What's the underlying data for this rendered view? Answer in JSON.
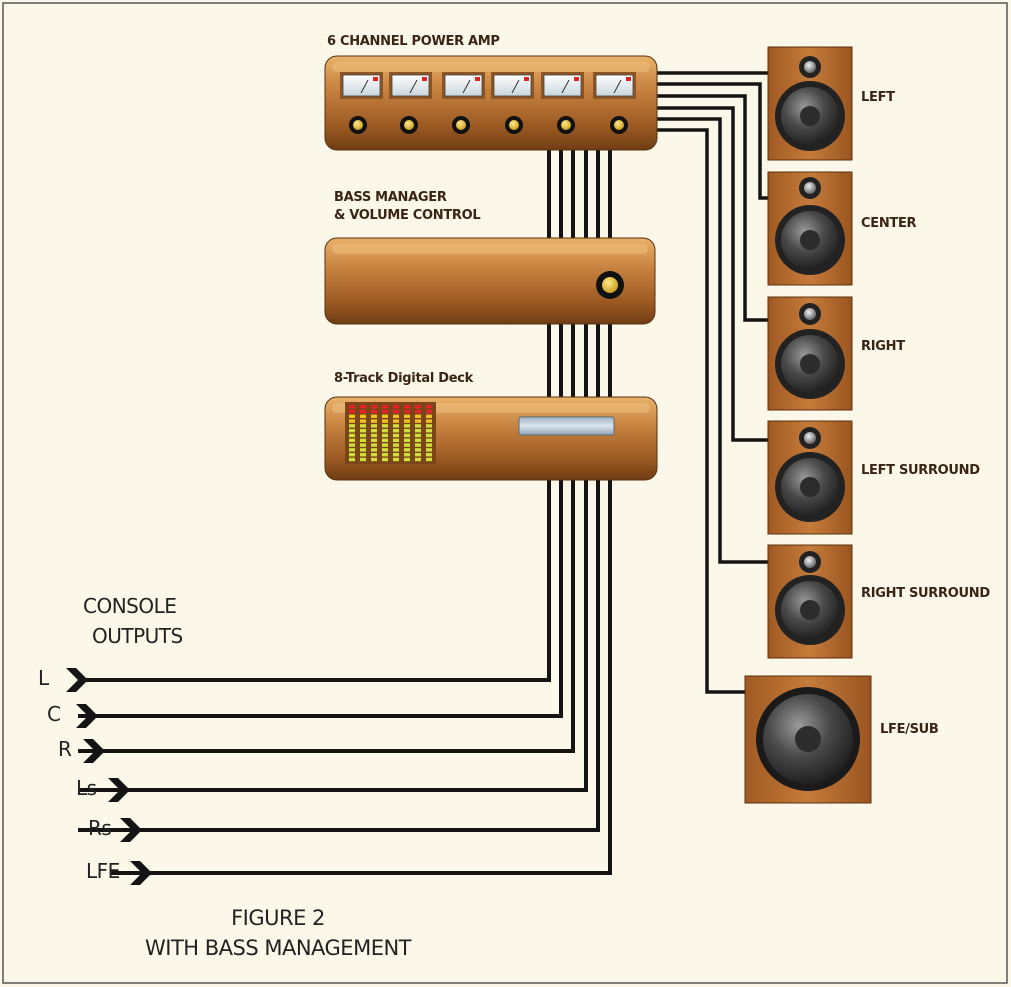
{
  "devices": {
    "power_amp": {
      "label": "6 CHANNEL POWER AMP"
    },
    "bass_manager": {
      "label_line1": "BASS MANAGER",
      "label_line2": "& VOLUME CONTROL"
    },
    "digital_deck": {
      "label": "8-Track Digital Deck"
    }
  },
  "console": {
    "heading_line1": "CONSOLE",
    "heading_line2": "OUTPUTS",
    "outputs": [
      "L",
      "C",
      "R",
      "Ls",
      "Rs",
      "LFE"
    ]
  },
  "speakers": [
    "LEFT",
    "CENTER",
    "RIGHT",
    "LEFT SURROUND",
    "RIGHT SURROUND",
    "LFE/SUB"
  ],
  "figure": {
    "line1": "FIGURE 2",
    "line2": "WITH BASS MANAGEMENT"
  },
  "colors": {
    "background": "#fbf8ea",
    "cable": "#141414",
    "wood": "#b06a2e",
    "device_body": "#b8702f",
    "text": "#3a2415"
  }
}
